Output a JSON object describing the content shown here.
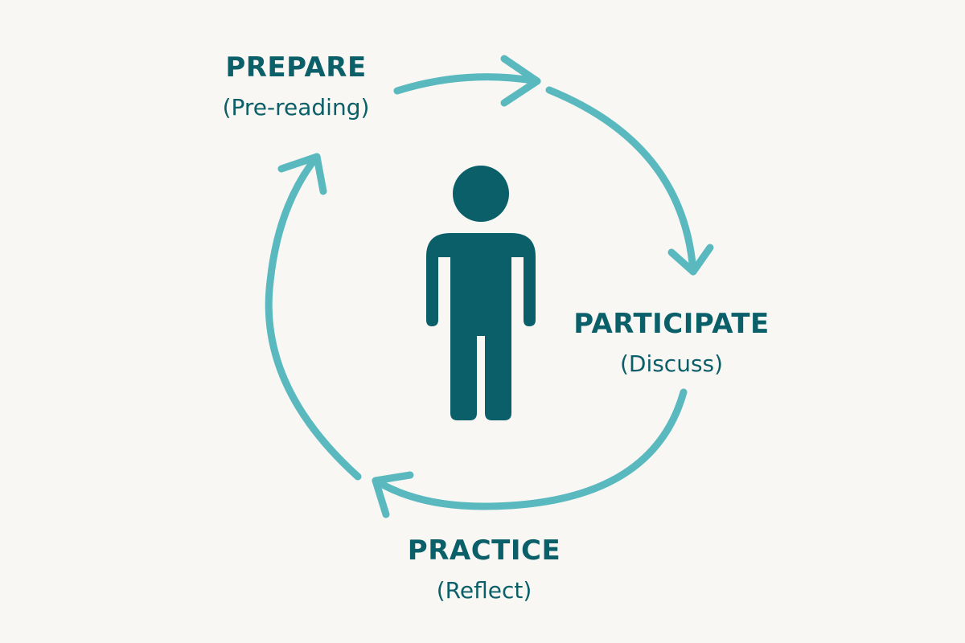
{
  "colors": {
    "background": "#f8f7f4",
    "arrow": "#5ab9bf",
    "figure": "#0a5f69",
    "text": "#0b5f68"
  },
  "icons": {
    "center": "person-icon"
  },
  "stages": {
    "prepare": {
      "title": "PREPARE",
      "subtitle": "(Pre-reading)"
    },
    "participate": {
      "title": "PARTICIPATE",
      "subtitle": "(Discuss)"
    },
    "practice": {
      "title": "PRACTICE",
      "subtitle": "(Reflect)"
    }
  }
}
